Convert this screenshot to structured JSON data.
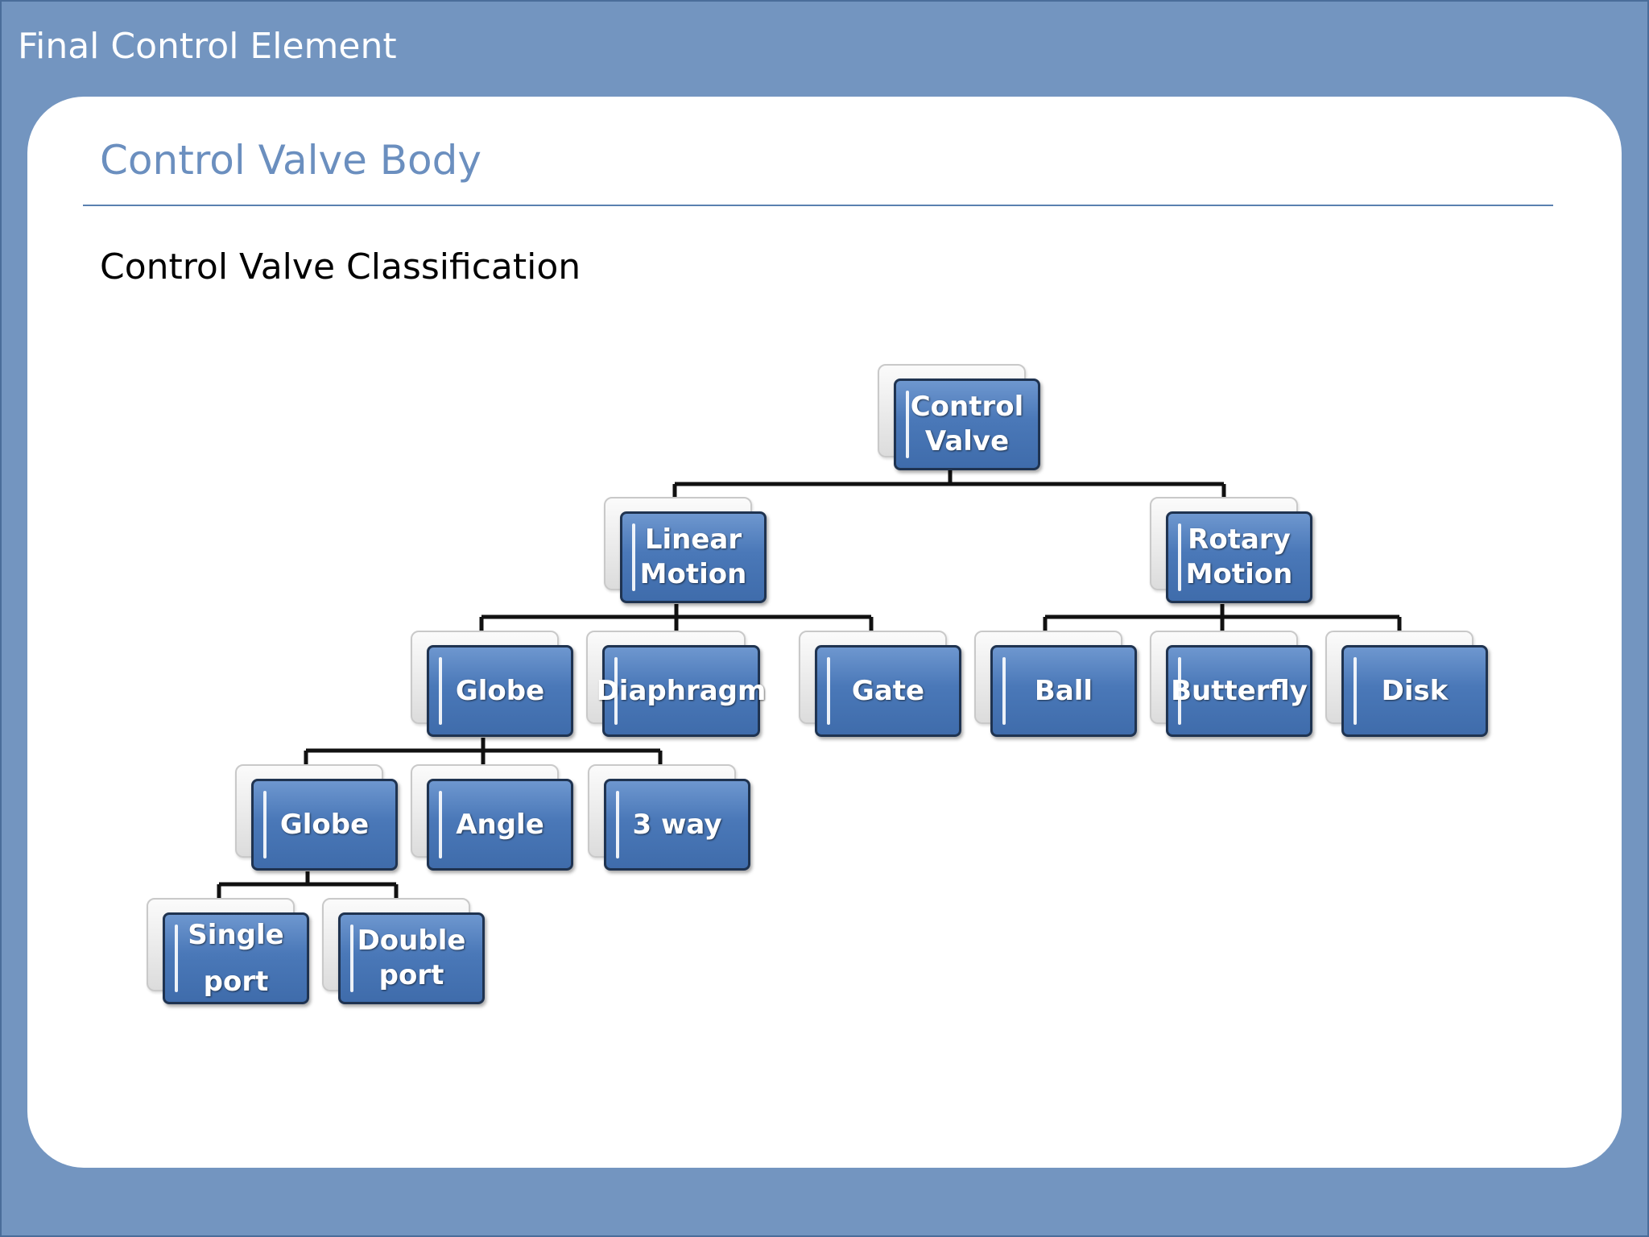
{
  "header": {
    "title": "Final Control Element"
  },
  "slide": {
    "title": "Control Valve Body",
    "subtitle": "Control Valve Classification"
  },
  "tree": {
    "root": "Control\nValve",
    "linear": "Linear\nMotion",
    "rotary": "Rotary\nMotion",
    "globe": "Globe",
    "diaphragm": "Diaphragm",
    "gate": "Gate",
    "ball": "Ball",
    "butterfly": "Butterfly",
    "disk": "Disk",
    "globe_sub": "Globe",
    "angle": "Angle",
    "three_way": "3 way",
    "single_port": "Single\nport",
    "double_port": "Double\nport"
  },
  "colors": {
    "background": "#7395c0",
    "node_fill": "#4a78b8",
    "node_border": "#1f3350",
    "title": "#6b8fbf"
  }
}
